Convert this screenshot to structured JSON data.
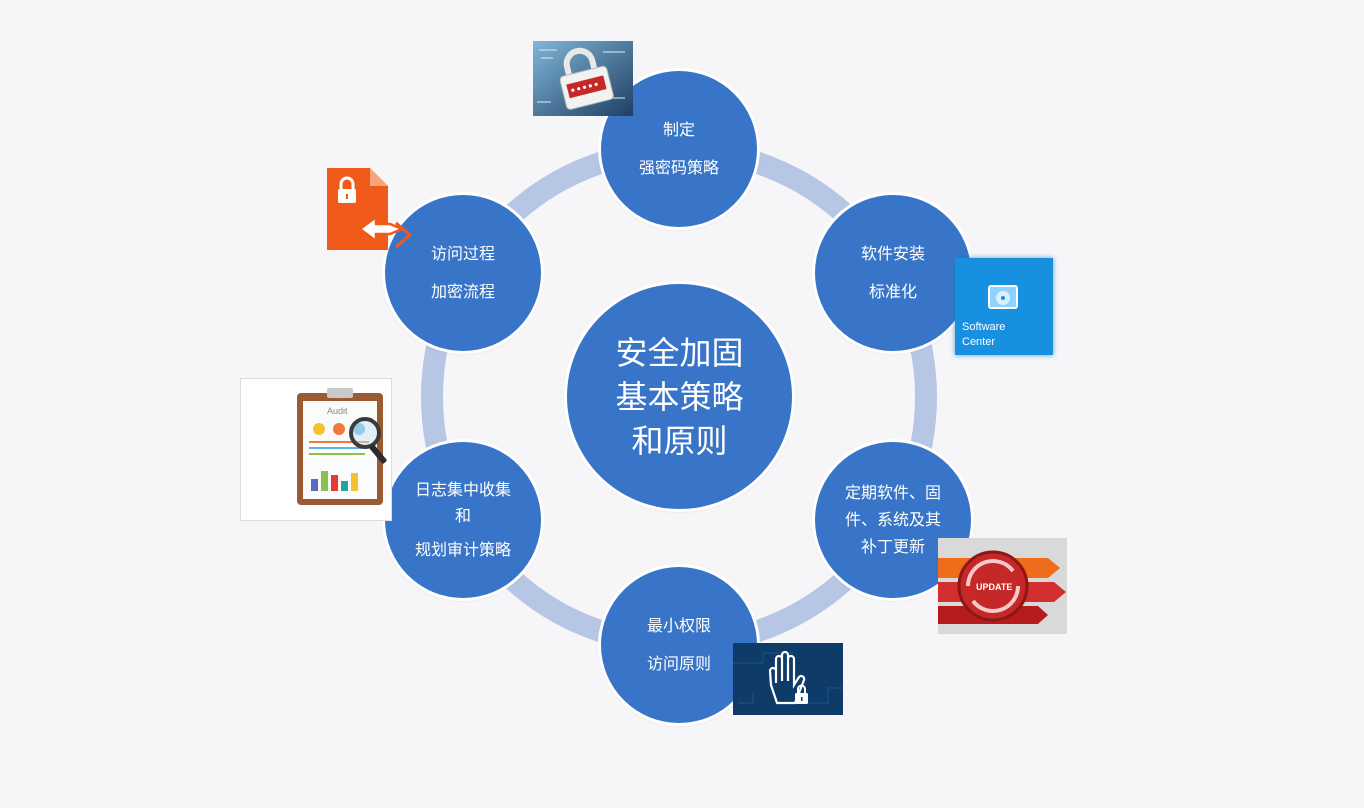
{
  "center": {
    "lines": [
      "安全加固",
      "基本策略",
      "和原则"
    ]
  },
  "nodes": [
    {
      "id": "password-policy",
      "lines": [
        "制定",
        "强密码策略"
      ]
    },
    {
      "id": "software-install",
      "lines": [
        "软件安装",
        "标准化"
      ]
    },
    {
      "id": "patch-update",
      "lines": [
        "定期软件、固",
        "件、系统及其",
        "补丁更新"
      ]
    },
    {
      "id": "least-privilege",
      "lines": [
        "最小权限",
        "访问原则"
      ]
    },
    {
      "id": "log-audit",
      "lines": [
        "日志集中收集",
        "和",
        "规划审计策略"
      ]
    },
    {
      "id": "access-encrypt",
      "lines": [
        "访问过程",
        "加密流程"
      ]
    }
  ],
  "images": {
    "software_center_text": [
      "Software",
      "Center"
    ],
    "audit_text": "Audit",
    "update_text": "UPDATE"
  },
  "colors": {
    "node": "#3875c8",
    "ring": "#b7c6e5",
    "background": "#f6f6f8"
  }
}
